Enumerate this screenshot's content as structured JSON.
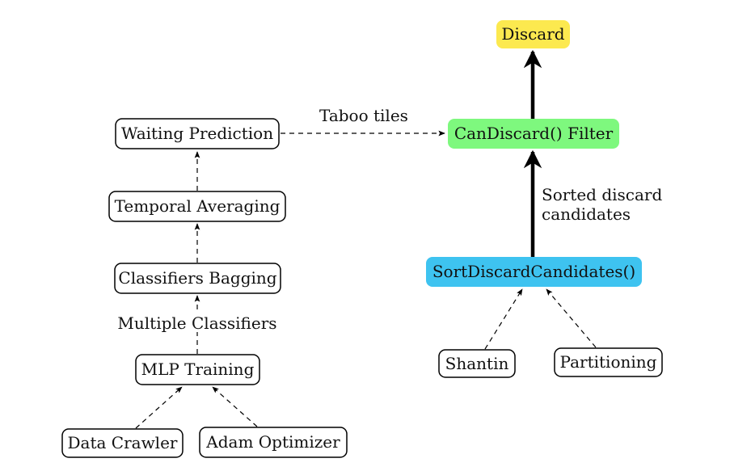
{
  "nodes": {
    "discard": {
      "label": "Discard",
      "fill": "#fce94f"
    },
    "can_discard_filter": {
      "label": "CanDiscard() Filter",
      "fill": "#7ef87e"
    },
    "sort_discard_candidates": {
      "label": "SortDiscardCandidates()",
      "fill": "#3ec3f0"
    },
    "shantin": {
      "label": "Shantin"
    },
    "partitioning": {
      "label": "Partitioning"
    },
    "waiting_prediction": {
      "label": "Waiting Prediction"
    },
    "temporal_averaging": {
      "label": "Temporal Averaging"
    },
    "classifiers_bagging": {
      "label": "Classifiers Bagging"
    },
    "mlp_training": {
      "label": "MLP Training"
    },
    "data_crawler": {
      "label": "Data Crawler"
    },
    "adam_optimizer": {
      "label": "Adam Optimizer"
    }
  },
  "edge_labels": {
    "taboo_tiles": "Taboo tiles",
    "sorted_candidates_line1": "Sorted discard",
    "sorted_candidates_line2": "candidates",
    "multiple_classifiers": "Multiple Classifiers"
  }
}
